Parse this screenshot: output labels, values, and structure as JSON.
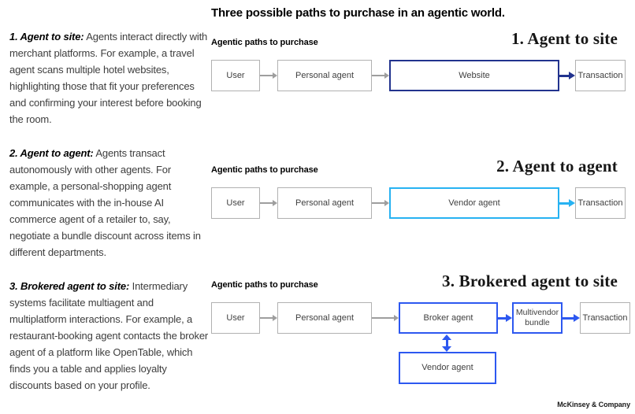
{
  "title": "Three possible paths to purchase in an agentic world.",
  "left_column": {
    "paragraphs": [
      {
        "lead": "1. Agent to site:",
        "body": "Agents interact directly with merchant platforms. For example, a travel agent scans multiple hotel websites, highlighting those that fit your preferences and confirming your interest before booking the room."
      },
      {
        "lead": "2. Agent to agent:",
        "body": "Agents transact autonomously with other agents. For example, a personal-shopping agent communicates with the in-house AI commerce agent of a retailer to, say, negotiate a bundle discount across items in different departments."
      },
      {
        "lead": "3. Brokered agent to site:",
        "body": "Intermediary systems facilitate multiagent and multiplatform interactions. For example, a restaurant-booking agent contacts the broker agent of a platform like OpenTable, which finds you a table and applies loyalty discounts based on your profile."
      }
    ]
  },
  "diagrams": [
    {
      "label": "Agentic paths to purchase",
      "heading": "1. Agent to site",
      "accent_color": "#22338e",
      "nodes": {
        "user": "User",
        "personal_agent": "Personal agent",
        "highlight": "Website",
        "transaction": "Transaction"
      }
    },
    {
      "label": "Agentic paths to purchase",
      "heading": "2. Agent to agent",
      "accent_color": "#27b2f2",
      "nodes": {
        "user": "User",
        "personal_agent": "Personal agent",
        "highlight": "Vendor agent",
        "transaction": "Transaction"
      }
    },
    {
      "label": "Agentic paths to purchase",
      "heading": "3. Brokered agent to site",
      "accent_color": "#2d58f0",
      "nodes": {
        "user": "User",
        "personal_agent": "Personal agent",
        "highlight": "Broker agent",
        "bundle": "Multivendor bundle",
        "transaction": "Transaction",
        "sub_vendor": "Vendor agent"
      }
    }
  ],
  "footer": {
    "brand": "McKinsey & Company"
  },
  "colors": {
    "accent_row1": "#22338e",
    "accent_row2": "#27b2f2",
    "accent_row3": "#2d58f0",
    "gray_border": "#b1b1b1",
    "gray_arrow": "#9e9e9e"
  }
}
